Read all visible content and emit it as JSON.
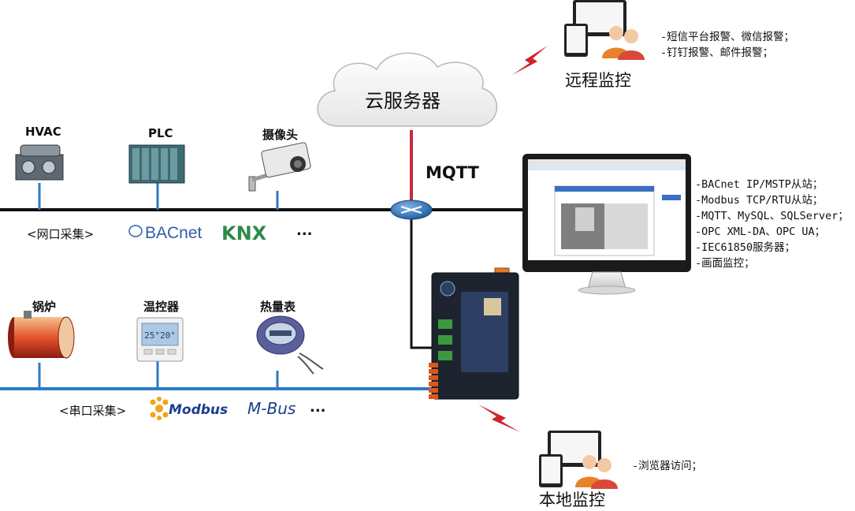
{
  "colors": {
    "ethernet_line": "#111111",
    "serial_line": "#2b7bc4",
    "mqtt_line": "#c8283c",
    "lightning": "#d2232a",
    "router": "#2a6fb5",
    "bacnet": "#2e5fa8",
    "knx": "#2e8a4a",
    "modbus_orange": "#f2a31b",
    "modbus_blue": "#1b3f8f",
    "mbus": "#1b3f8f"
  },
  "cloud": {
    "label": "云服务器"
  },
  "mqtt": {
    "label": "MQTT"
  },
  "remote": {
    "label": "远程监控",
    "notes": [
      "-短信平台报警、微信报警；",
      "-钉钉报警、邮件报警；"
    ]
  },
  "local": {
    "label": "本地监控",
    "notes": [
      "-浏览器访问；"
    ]
  },
  "gateway_features": [
    "-BACnet IP/MSTP从站；",
    "-Modbus TCP/RTU从站；",
    "-MQTT、MySQL、SQLServer；",
    "-OPC XML-DA、OPC UA；",
    "-IEC61850服务器；",
    "-画面监控；"
  ],
  "ethernet": {
    "devices": [
      {
        "label": "HVAC",
        "icon": "hvac-chiller-icon"
      },
      {
        "label": "PLC",
        "icon": "plc-icon"
      },
      {
        "label": "摄像头",
        "icon": "camera-icon"
      }
    ],
    "group_label": "<网口采集>",
    "protocols": {
      "bacnet": "BACnet",
      "knx": "KNX",
      "more": "..."
    }
  },
  "serial": {
    "devices": [
      {
        "label": "锅炉",
        "icon": "boiler-icon"
      },
      {
        "label": "温控器",
        "icon": "thermostat-icon"
      },
      {
        "label": "热量表",
        "icon": "heat-meter-icon"
      }
    ],
    "group_label": "<串口采集>",
    "protocols": {
      "modbus": "Modbus",
      "mbus": "M-Bus",
      "more": "..."
    }
  },
  "icons": [
    "cloud-icon",
    "router-icon",
    "gateway-device-icon",
    "monitor-icon",
    "remote-users-icon",
    "local-users-icon",
    "lightning-icon"
  ]
}
